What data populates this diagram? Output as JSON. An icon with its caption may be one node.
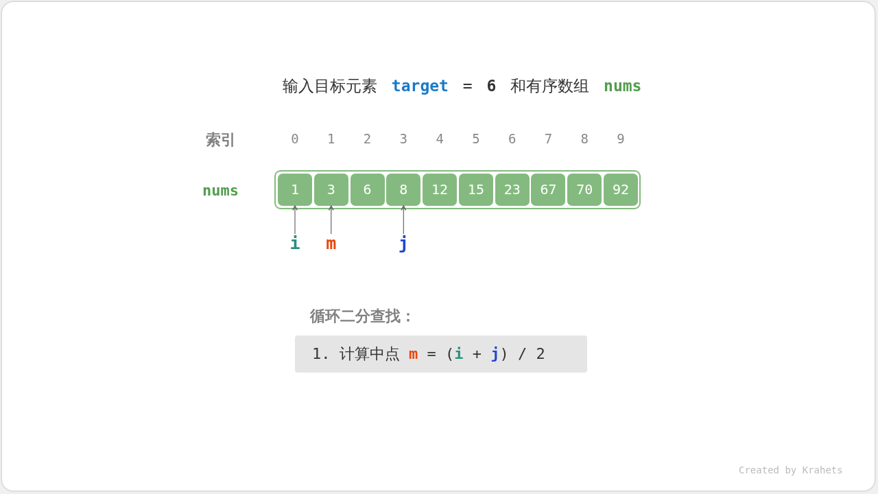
{
  "diagram": {
    "title": "输入目标元素 **target** = **6** 和有序数组 **nums**",
    "nodes": [
      {
        "text": [],
        "shape": "box"
      },
      {
        "text": [
          "1"
        ],
        "in": 0
      },
      {
        "text": [
          "3"
        ],
        "in": 0
      },
      {
        "text": [
          "6"
        ],
        "in": 0
      },
      {
        "text": [
          "8"
        ],
        "in": 0
      },
      {
        "text": [
          "12"
        ],
        "in": 0
      },
      {
        "text": [
          "15"
        ],
        "in": 0
      },
      {
        "text": [
          "23"
        ],
        "in": 0
      },
      {
        "text": [
          "67"
        ],
        "in": 0
      },
      {
        "text": [
          "70"
        ],
        "in": 0
      },
      {
        "text": [
          "92"
        ],
        "in": 0
      },
      {
        "text": [
          "i"
        ]
      },
      {
        "text": [
          "m"
        ]
      },
      {
        "text": [
          "j"
        ]
      },
      {
        "text": [
          "循环二分查找：",
          "1. 计算中点 **m** = (**i** + **j**) / 2"
        ]
      }
    ],
    "edges": [
      {
        "from": 11,
        "to": 1,
        "arrow": "to"
      },
      {
        "from": 12,
        "to": 2,
        "arrow": "to"
      },
      {
        "from": 13,
        "to": 4,
        "arrow": "to"
      }
    ],
    "labels": [
      "索引",
      "0",
      "1",
      "2",
      "3",
      "4",
      "5",
      "6",
      "7",
      "8",
      "9",
      "nums",
      "Created by Krahets"
    ]
  }
}
